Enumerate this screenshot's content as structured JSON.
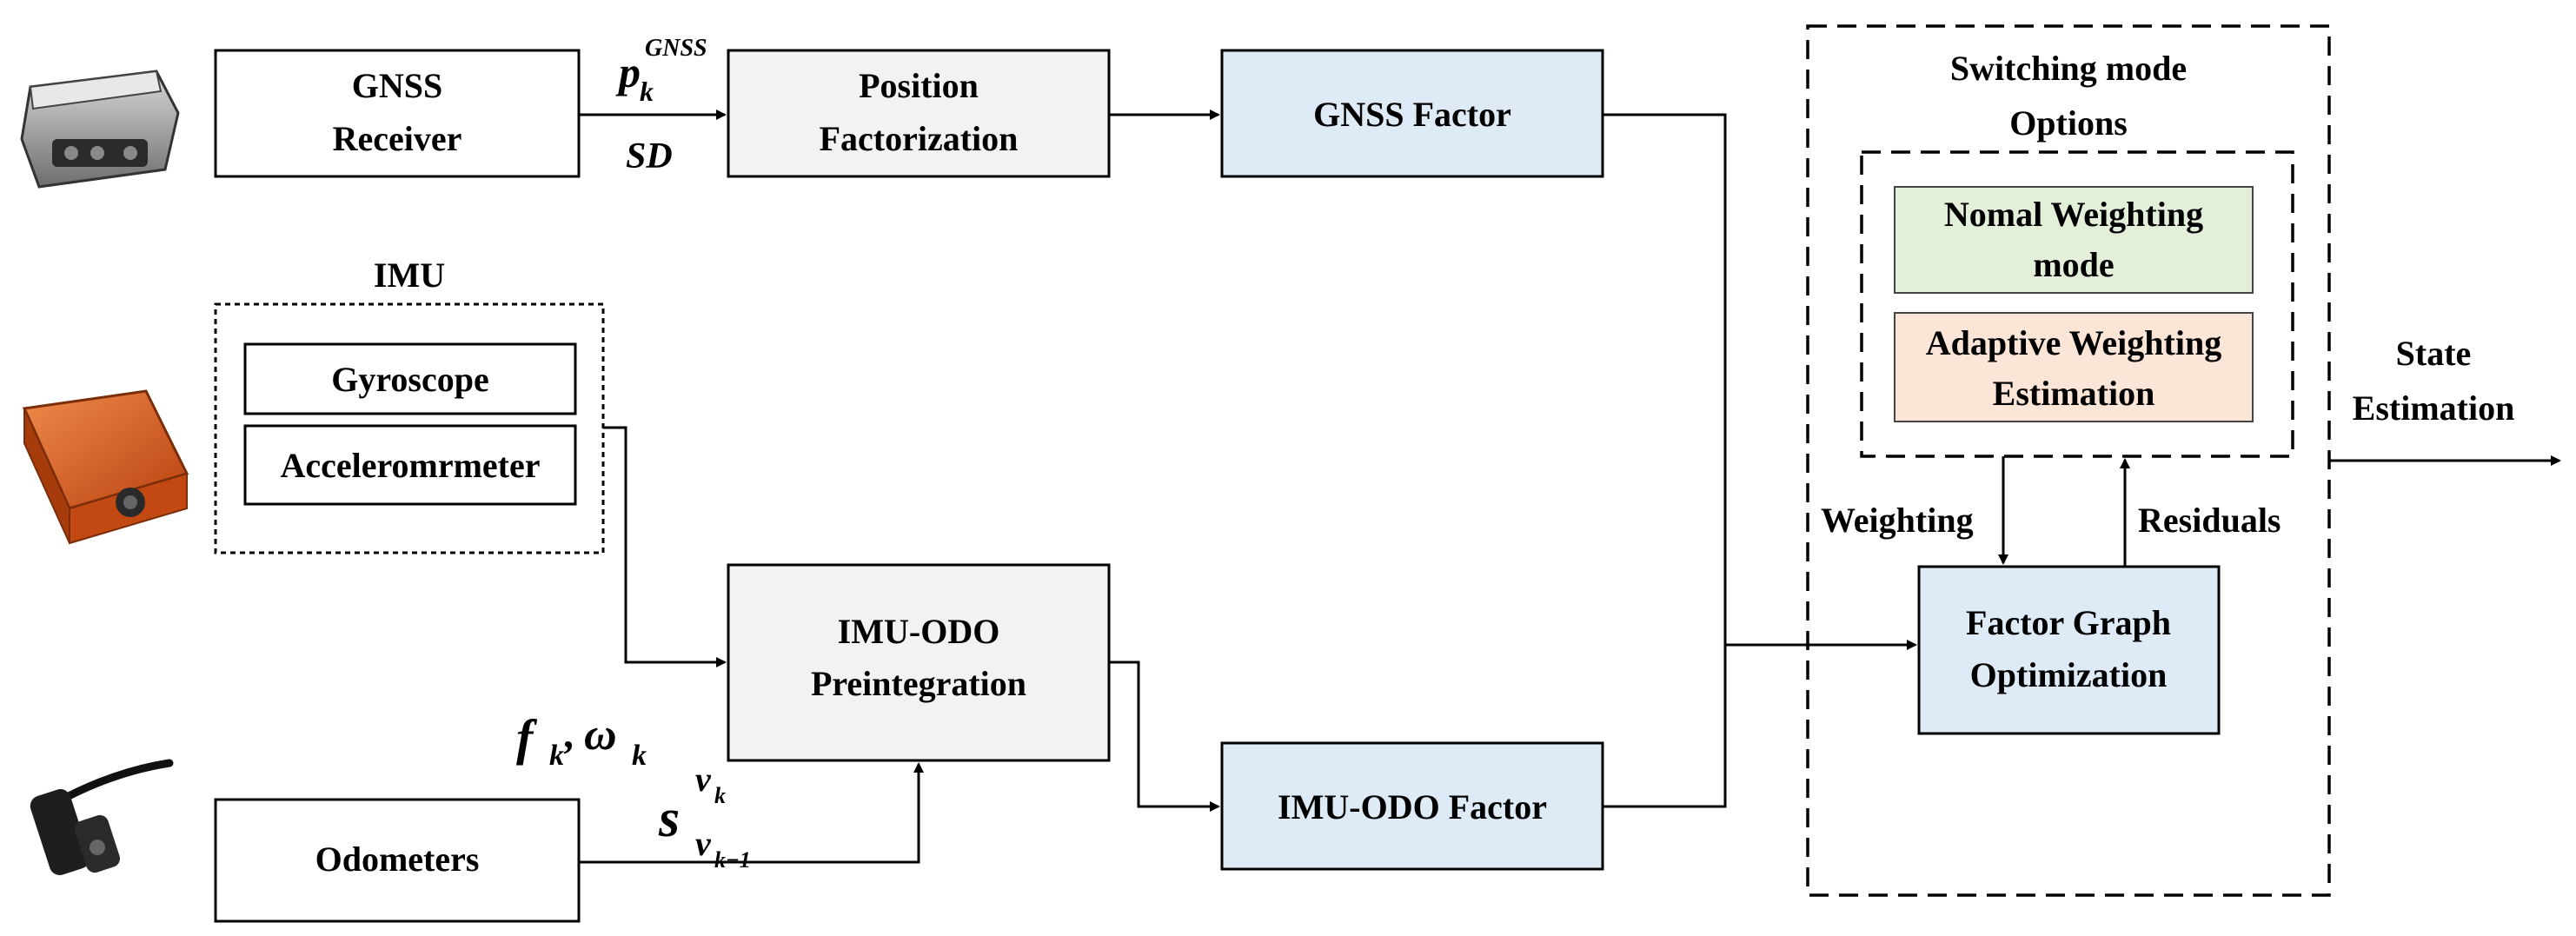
{
  "colors": {
    "stroke": "#000000",
    "gray_fill": "#f2f2f2",
    "blue_fill": "#deebf7",
    "green_fill": "#e2efd9",
    "orange_fill": "#fbe5d6"
  },
  "devices": {
    "gnss_receiver_photo": "gnss-receiver-device",
    "imu_photo": "imu-device",
    "odometer_photo": "odometer-sensor"
  },
  "blocks": {
    "gnss_receiver": [
      "GNSS",
      "Receiver"
    ],
    "position_factorization": [
      "Position",
      "Factorization"
    ],
    "gnss_factor": "GNSS Factor",
    "imu_title": "IMU",
    "gyroscope": "Gyroscope",
    "accelerometer": "Acceleromrmeter",
    "imu_odo_preintegration": [
      "IMU-ODO",
      "Preintegration"
    ],
    "imu_odo_factor": "IMU-ODO Factor",
    "odometers": "Odometers",
    "switching_mode_title": [
      "Switching mode",
      "Options"
    ],
    "normal_weighting": [
      "Nomal Weighting",
      "mode"
    ],
    "adaptive_weighting": [
      "Adaptive Weighting",
      "Estimation"
    ],
    "factor_graph": [
      "Factor Graph",
      "Optimization"
    ]
  },
  "labels": {
    "weighting": "Weighting",
    "residuals": "Residuals",
    "state_estimation": [
      "State",
      "Estimation"
    ],
    "sd": "SD"
  },
  "math": {
    "p_base": "p",
    "p_sub": "k",
    "p_sup": "GNSS",
    "f_base": "f",
    "f_sub": "k",
    "comma": ",",
    "omega_base": "ω",
    "omega_sub": "k",
    "s_base": "s",
    "s_sup_base": "v",
    "s_sup_sub": "k",
    "s_sub_base": "v",
    "s_sub_sub": "k−1"
  }
}
